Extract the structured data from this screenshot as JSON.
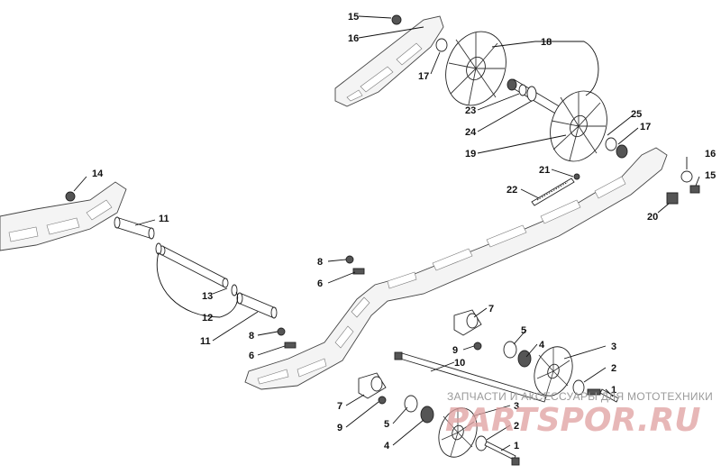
{
  "diagram": {
    "callouts": [
      {
        "id": "c15a",
        "text": "15"
      },
      {
        "id": "c16a",
        "text": "16"
      },
      {
        "id": "c17a",
        "text": "17"
      },
      {
        "id": "c18",
        "text": "18"
      },
      {
        "id": "c23",
        "text": "23"
      },
      {
        "id": "c24",
        "text": "24"
      },
      {
        "id": "c19",
        "text": "19"
      },
      {
        "id": "c25",
        "text": "25"
      },
      {
        "id": "c17b",
        "text": "17"
      },
      {
        "id": "c16b",
        "text": "16"
      },
      {
        "id": "c15b",
        "text": "15"
      },
      {
        "id": "c21",
        "text": "21"
      },
      {
        "id": "c22",
        "text": "22"
      },
      {
        "id": "c20",
        "text": "20"
      },
      {
        "id": "c14",
        "text": "14"
      },
      {
        "id": "c11a",
        "text": "11"
      },
      {
        "id": "c13",
        "text": "13"
      },
      {
        "id": "c12",
        "text": "12"
      },
      {
        "id": "c11b",
        "text": "11"
      },
      {
        "id": "c8a",
        "text": "8"
      },
      {
        "id": "c6a",
        "text": "6"
      },
      {
        "id": "c7a",
        "text": "7"
      },
      {
        "id": "c5a",
        "text": "5"
      },
      {
        "id": "c4a",
        "text": "4"
      },
      {
        "id": "c9a",
        "text": "9"
      },
      {
        "id": "c3a",
        "text": "3"
      },
      {
        "id": "c2a",
        "text": "2"
      },
      {
        "id": "c1a",
        "text": "1"
      },
      {
        "id": "c10",
        "text": "10"
      },
      {
        "id": "c8b",
        "text": "8"
      },
      {
        "id": "c6b",
        "text": "6"
      },
      {
        "id": "c7b",
        "text": "7"
      },
      {
        "id": "c9b",
        "text": "9"
      },
      {
        "id": "c5b",
        "text": "5"
      },
      {
        "id": "c4b",
        "text": "4"
      },
      {
        "id": "c3b",
        "text": "3"
      },
      {
        "id": "c2b",
        "text": "2"
      },
      {
        "id": "c1b",
        "text": "1"
      }
    ]
  },
  "watermark": {
    "caption": "ЗАПЧАСТИ И АКСЕССУАРЫ ДЛЯ МОТОТЕХНИКИ",
    "logo": "PARTSPOR.RU"
  }
}
